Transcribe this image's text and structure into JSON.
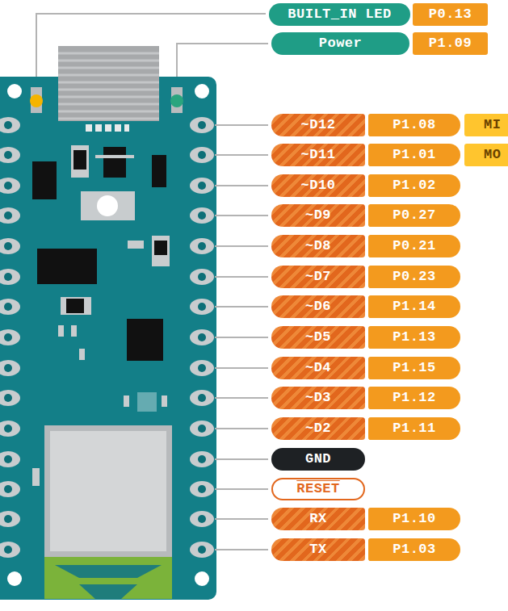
{
  "diagram": {
    "nodes": [
      {
        "text": [
          "BUILT_IN LED"
        ]
      },
      {
        "text": [
          "P0.13"
        ]
      },
      {
        "text": [
          "Power"
        ]
      },
      {
        "text": [
          "P1.09"
        ]
      },
      {
        "text": [
          "~D12"
        ]
      },
      {
        "text": [
          "P1.08"
        ]
      },
      {
        "text": [
          "MI"
        ]
      },
      {
        "text": [
          "~D11"
        ]
      },
      {
        "text": [
          "P1.01"
        ]
      },
      {
        "text": [
          "MO"
        ]
      },
      {
        "text": [
          "~D10"
        ]
      },
      {
        "text": [
          "P1.02"
        ]
      },
      {
        "text": [
          "~D9"
        ]
      },
      {
        "text": [
          "P0.27"
        ]
      },
      {
        "text": [
          "~D8"
        ]
      },
      {
        "text": [
          "P0.21"
        ]
      },
      {
        "text": [
          "~D7"
        ]
      },
      {
        "text": [
          "P0.23"
        ]
      },
      {
        "text": [
          "~D6"
        ]
      },
      {
        "text": [
          "P1.14"
        ]
      },
      {
        "text": [
          "~D5"
        ]
      },
      {
        "text": [
          "P1.13"
        ]
      },
      {
        "text": [
          "~D4"
        ]
      },
      {
        "text": [
          "P1.15"
        ]
      },
      {
        "text": [
          "~D3"
        ]
      },
      {
        "text": [
          "P1.12"
        ]
      },
      {
        "text": [
          "~D2"
        ]
      },
      {
        "text": [
          "P1.11"
        ]
      },
      {
        "text": [
          "GND"
        ]
      },
      {
        "text": [
          "RESET"
        ]
      },
      {
        "text": [
          "RX"
        ]
      },
      {
        "text": [
          "P1.10"
        ]
      },
      {
        "text": [
          "TX"
        ]
      },
      {
        "text": [
          "P1.03"
        ]
      }
    ]
  }
}
